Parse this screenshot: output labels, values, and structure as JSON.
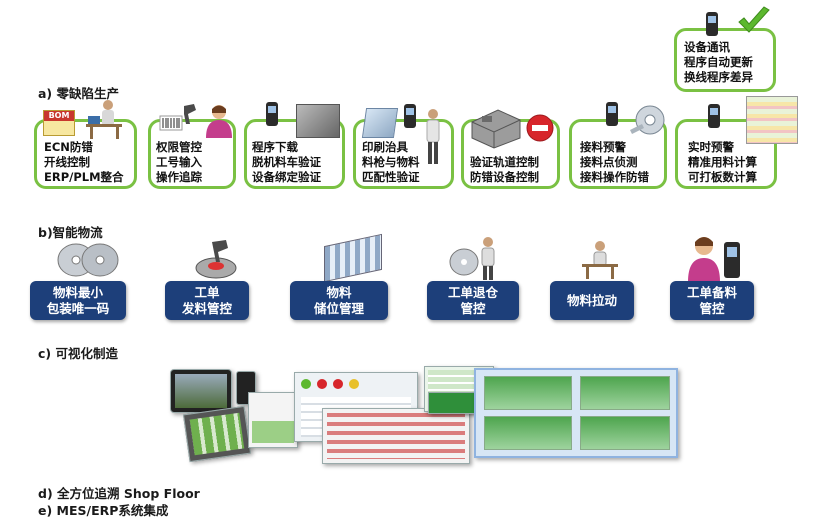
{
  "sections": {
    "a": "a) 零缺陷生产",
    "b": "b)智能物流",
    "c": "c) 可视化制造",
    "d": "d) 全方位追溯 Shop Floor",
    "e": "e) MES/ERP系统集成"
  },
  "bom_label": "BOM",
  "callout": [
    "设备通讯",
    "程序自动更新",
    "换线程序差异"
  ],
  "zero_defect_boxes": [
    {
      "lines": [
        "ECN防错",
        "开线控制",
        "ERP/PLM整合"
      ]
    },
    {
      "lines": [
        "权限管控",
        "工号输入",
        "操作追踪"
      ]
    },
    {
      "lines": [
        "程序下载",
        "脱机料车验证",
        "设备绑定验证"
      ]
    },
    {
      "lines": [
        "印刷治具",
        "料枪与物料",
        "匹配性验证"
      ]
    },
    {
      "lines": [
        "验证轨道控制",
        "防错设备控制"
      ]
    },
    {
      "lines": [
        "接料预警",
        "接料点侦测",
        "接料操作防错"
      ]
    },
    {
      "lines": [
        "实时预警",
        "精准用料计算",
        "可打板数计算"
      ]
    }
  ],
  "logistics_buttons": [
    {
      "lines": [
        "物料最小",
        "包装唯一码"
      ]
    },
    {
      "lines": [
        "工单",
        "发料管控"
      ]
    },
    {
      "lines": [
        "物料",
        "储位管理"
      ]
    },
    {
      "lines": [
        "工单退仓",
        "管控"
      ]
    },
    {
      "lines": [
        "物料拉动"
      ]
    },
    {
      "lines": [
        "工单备料",
        "管控"
      ]
    }
  ],
  "colors": {
    "green_border": "#7ac143",
    "button_blue": "#1d3f7a",
    "check_green": "#5cb82e",
    "stop_red": "#d7262b"
  },
  "icons": [
    "bom-document-icon",
    "worker-icon",
    "barcode-scanner-icon",
    "handheld-terminal-icon",
    "stencil-icon",
    "machine-icon",
    "stop-sign-icon",
    "reel-icon",
    "spreadsheet-icon",
    "check-mark-icon",
    "disc-icon",
    "shelving-icon",
    "tablet-icon",
    "dashboard-chart-icon"
  ]
}
